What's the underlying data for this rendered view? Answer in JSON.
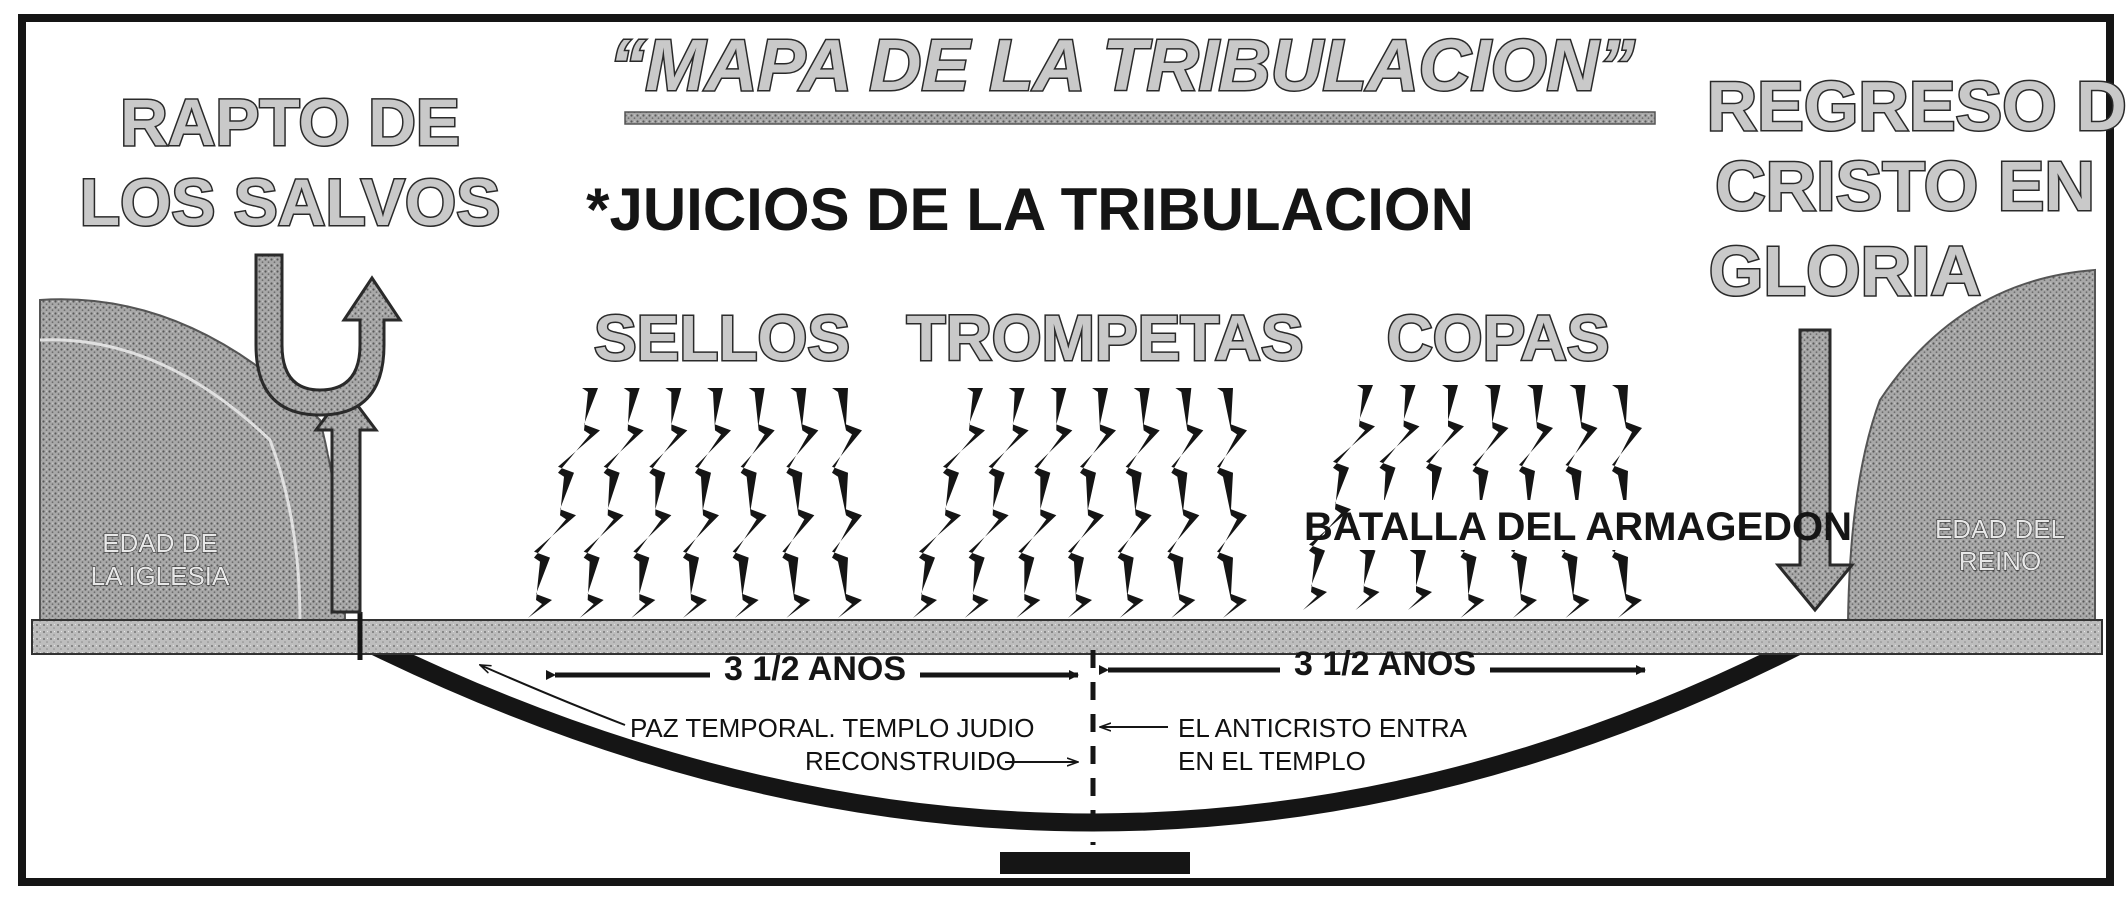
{
  "title": "“MAPA DE LA TRIBULACION”",
  "subtitle": "*JUICIOS DE LA TRIBULACION",
  "rapture": {
    "line1": "RAPTO DE",
    "line2": "LOS SALVOS"
  },
  "return": {
    "line1": "REGRESO DE",
    "line2": "CRISTO EN",
    "line3": "GLORIA"
  },
  "left_era": {
    "line1": "EDAD DE",
    "line2": "LA IGLESIA"
  },
  "right_era": {
    "line1": "EDAD DEL",
    "line2": "REINO"
  },
  "judgments": [
    {
      "label": "SELLOS",
      "count": 7
    },
    {
      "label": "TROMPETAS",
      "count": 7
    },
    {
      "label": "COPAS",
      "count": 7
    }
  ],
  "battle": "BATALLA DEL ARMAGEDON",
  "periods": [
    {
      "label": "3 1/2 ANOS"
    },
    {
      "label": "3 1/2 ANOS"
    }
  ],
  "notes": {
    "peace_line1": "PAZ TEMPORAL.  TEMPLO JUDIO",
    "peace_line2": "RECONSTRUIDO",
    "antichrist_line1": "EL ANTICRISTO ENTRA",
    "antichrist_line2": "EN EL TEMPLO"
  },
  "colors": {
    "ink": "#151515",
    "stipple": "#9c9c9c",
    "paper": "#ffffff"
  }
}
